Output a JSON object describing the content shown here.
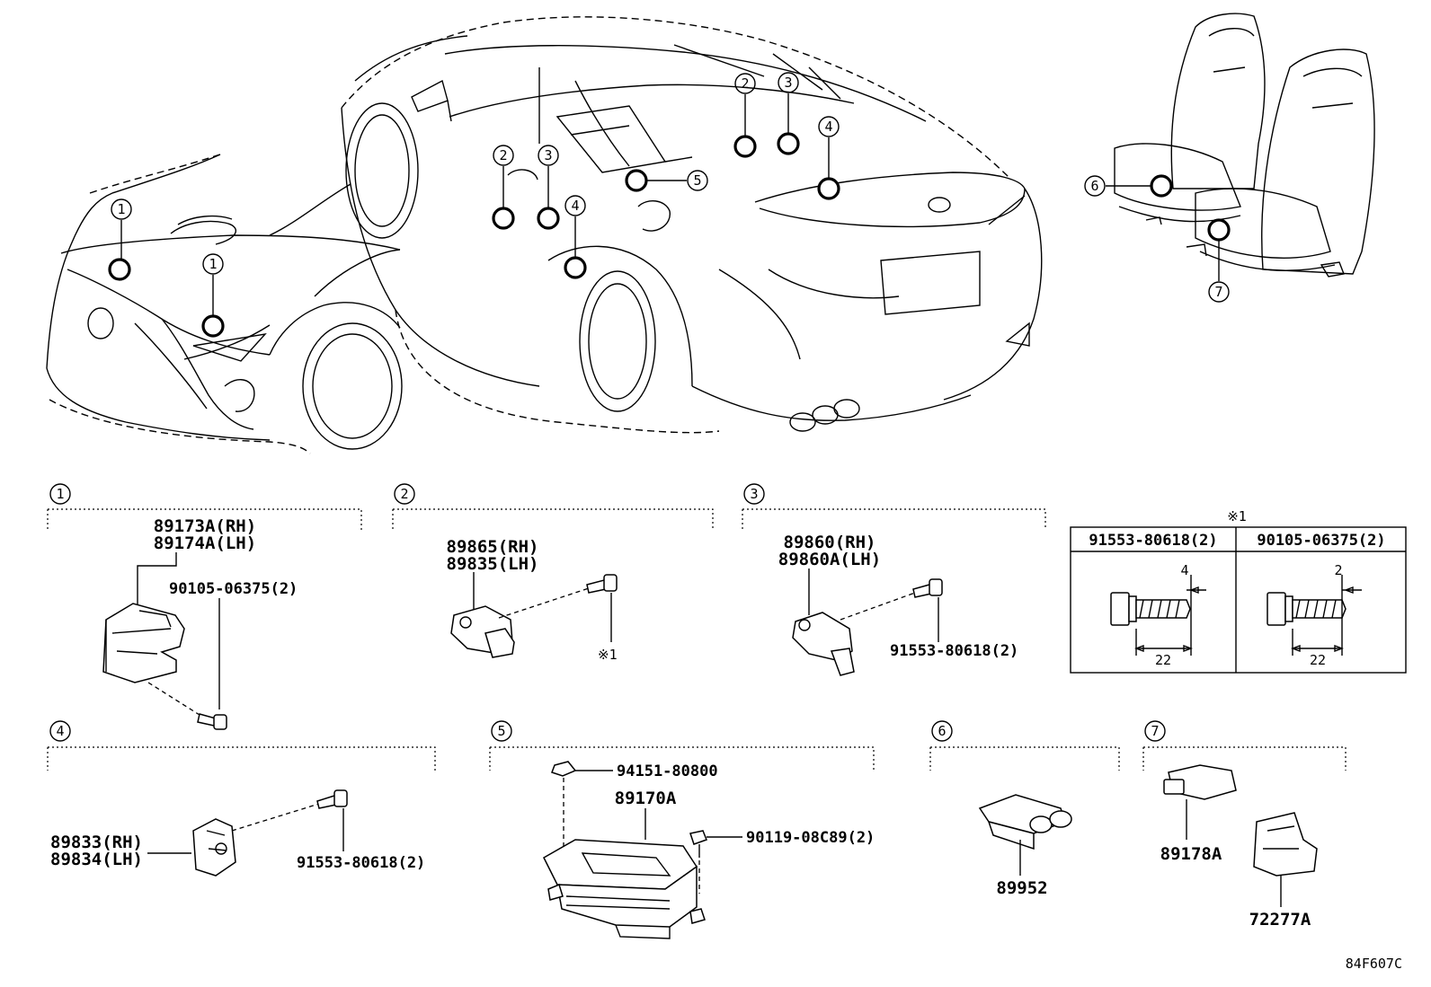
{
  "callout_numbers": [
    "1",
    "2",
    "3",
    "4",
    "5",
    "6",
    "7"
  ],
  "sections": {
    "s1": {
      "num": "1",
      "part_rh": "89173A(RH)",
      "part_lh": "89174A(LH)",
      "bolt": "90105-06375(2)"
    },
    "s2": {
      "num": "2",
      "part_rh": "89865(RH)",
      "part_lh": "89835(LH)",
      "bolt_ref": "※1"
    },
    "s3": {
      "num": "3",
      "part_rh": "89860(RH)",
      "part_lh": "89860A(LH)",
      "bolt": "91553-80618(2)"
    },
    "s4": {
      "num": "4",
      "part_rh": "89833(RH)",
      "part_lh": "89834(LH)",
      "bolt": "91553-80618(2)"
    },
    "s5": {
      "num": "5",
      "nut": "94151-80800",
      "unit": "89170A",
      "bolt": "90119-08C89(2)"
    },
    "s6": {
      "num": "6",
      "part": "89952"
    },
    "s7": {
      "num": "7",
      "part_a": "89178A",
      "part_b": "72277A"
    }
  },
  "note_table": {
    "mark": "※1",
    "columns": [
      {
        "header": "91553-80618(2)",
        "dim_top": "4",
        "dim_len": "22"
      },
      {
        "header": "90105-06375(2)",
        "dim_top": "2",
        "dim_len": "22"
      }
    ]
  },
  "diagram_code": "84F607C"
}
